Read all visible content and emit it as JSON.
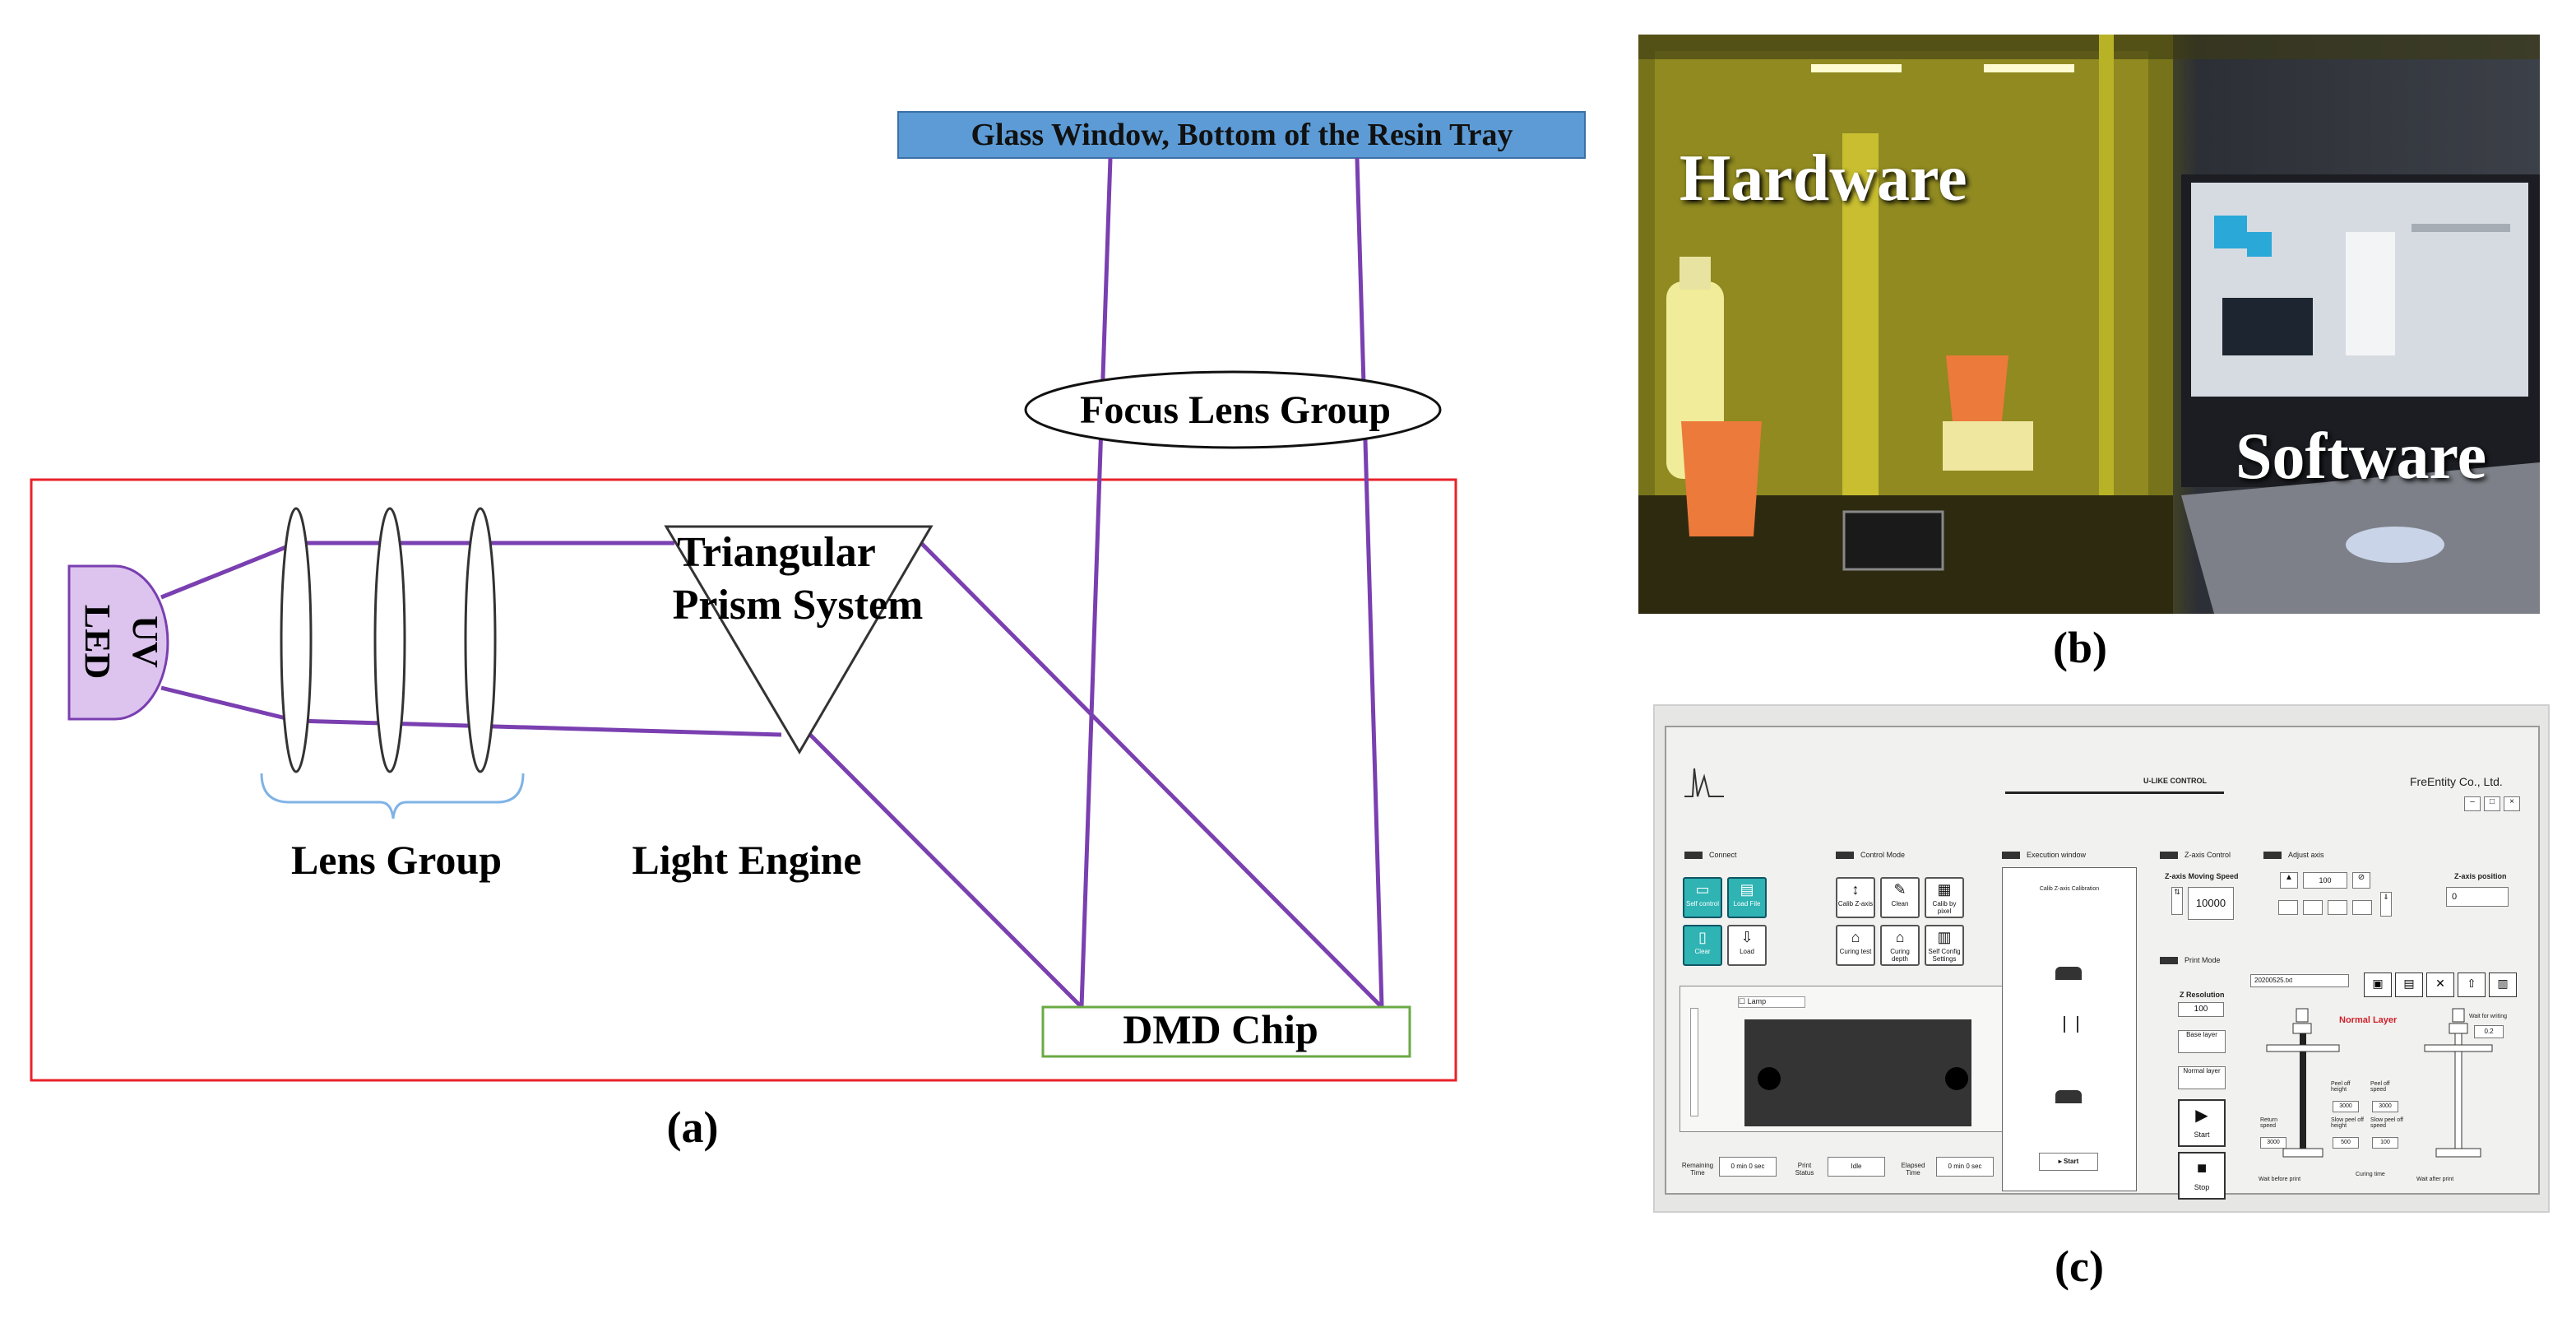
{
  "panel_a": {
    "glass_window": "Glass Window, Bottom of the Resin Tray",
    "focus_lens_group": "Focus Lens Group",
    "triangular_prism_line1": "Triangular",
    "triangular_prism_line2": "Prism System",
    "uv_led_line1": "UV",
    "uv_led_line2": "LED",
    "lens_group": "Lens Group",
    "light_engine": "Light Engine",
    "dmd_chip": "DMD Chip",
    "caption": "(a)"
  },
  "panel_b": {
    "hardware": "Hardware",
    "software": "Software",
    "caption": "(b)"
  },
  "panel_c": {
    "caption": "(c)",
    "title": "U-LIKE CONTROL",
    "company": "FreEntity Co., Ltd.",
    "sections": {
      "connect": "Connect",
      "control_mode": "Control Mode",
      "execution_window": "Execution window",
      "z_axis_control": "Z-axis Control",
      "adjust_axis": "Adjust axis",
      "print_mode": "Print Mode"
    },
    "z_axis_moving_speed": "Z-axis Moving Speed",
    "speed_value": "10000",
    "adjust_value": "100",
    "z_axis_position": "Z-axis position",
    "position_value": "0",
    "filename": "20200525.txt",
    "normal_layer": "Normal Layer",
    "z_resolution": "Z Resolution",
    "z_resolution_value": "100",
    "start": "Start",
    "stop": "Stop",
    "exec_start": "Start",
    "lamp": "Lamp",
    "connect_buttons": [
      "Self control",
      "Load File",
      "Clear",
      "Load"
    ],
    "mode_buttons": [
      "Calib Z-axis",
      "Clean",
      "Calib by pixel",
      "Curing test",
      "Curing depth",
      "Self Config Settings"
    ],
    "print_buttons": [
      "Base layer",
      "Normal layer"
    ],
    "param_labels": [
      "Peel off height",
      "Peel off speed",
      "Slow peel off height",
      "Slow peel off speed",
      "Return speed"
    ],
    "param_values": [
      "3000",
      "3000",
      "500",
      "100",
      "3000"
    ],
    "wait_for_writing": "Wait for writing",
    "wait_value": "0.2",
    "wait_before": "Wait before print",
    "curing_time": "Curing time",
    "wait_after": "Wait after print",
    "bottom_labels": [
      "Remaining Time",
      "Print Status",
      "Elapsed Time"
    ],
    "bottom_values": [
      "0 min 0 sec",
      "Idle",
      "0 min 0 sec"
    ],
    "calib_title": "Calib Z-axis Calibration"
  }
}
